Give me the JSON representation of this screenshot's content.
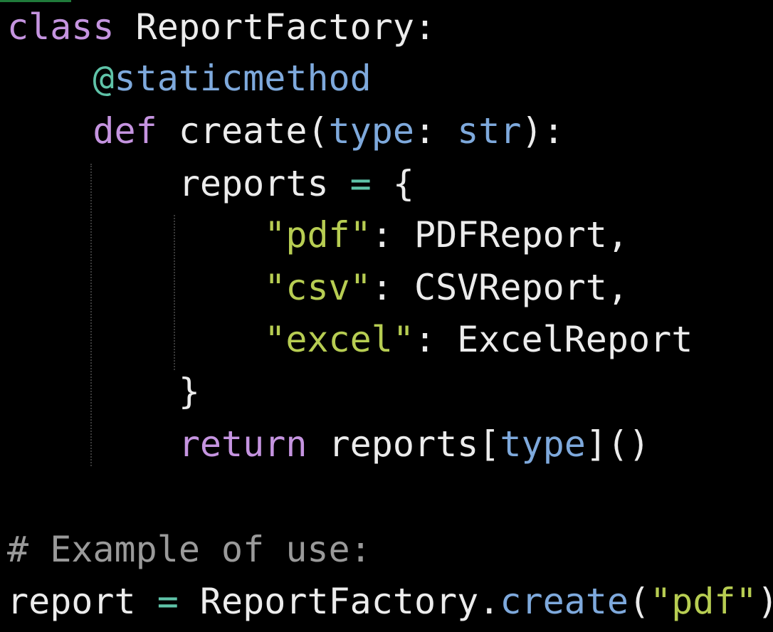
{
  "colors": {
    "background": "#000000",
    "keyword": "#c594e0",
    "decorator_at": "#5fc3a8",
    "decorator_name": "#7ea9dc",
    "identifier_blue": "#7ea9dc",
    "operator": "#5fc3a8",
    "string": "#b7cd52",
    "comment": "#9a9a9a",
    "text": "#ececec"
  },
  "code": {
    "line1": {
      "kw": "class",
      "name": " ReportFactory:"
    },
    "line2": {
      "at": "@",
      "decorator": "staticmethod"
    },
    "line3": {
      "kw": "def",
      "fname": " create(",
      "param": "type",
      "colon": ": ",
      "ptype": "str",
      "end": "):"
    },
    "line4": {
      "var": "reports ",
      "op": "=",
      "brace": " {"
    },
    "line5": {
      "key": "\"pdf\"",
      "sep": ": ",
      "val": "PDFReport,"
    },
    "line6": {
      "key": "\"csv\"",
      "sep": ": ",
      "val": "CSVReport,"
    },
    "line7": {
      "key": "\"excel\"",
      "sep": ": ",
      "val": "ExcelReport"
    },
    "line8": {
      "brace": "}"
    },
    "line9": {
      "kw": "return",
      "mid": " reports[",
      "param": "type",
      "end": "]()"
    },
    "line11": {
      "comment": "# Example of use:"
    },
    "line12": {
      "var": "report ",
      "op": "=",
      "cls": " ReportFactory.",
      "method": "create",
      "open": "(",
      "arg": "\"pdf\"",
      "close": ")"
    }
  }
}
